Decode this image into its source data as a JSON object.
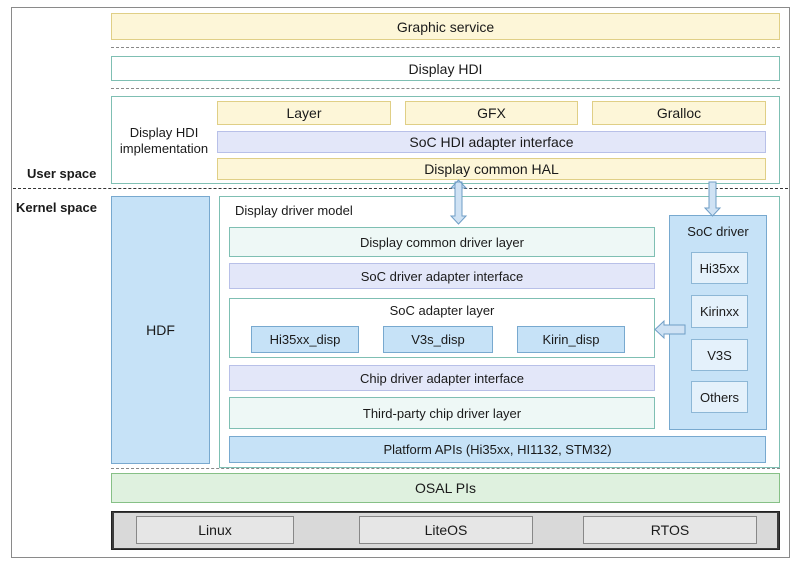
{
  "graphic_service": "Graphic service",
  "display_hdi": "Display HDI",
  "hdi_impl": {
    "label_line1": "Display HDI",
    "label_line2": "implementation",
    "layer": "Layer",
    "gfx": "GFX",
    "gralloc": "Gralloc",
    "soc_hdi_adapter": "SoC HDI adapter interface",
    "common_hal": "Display common HAL"
  },
  "user_space": "User space",
  "kernel_space": "Kernel space",
  "hdf": "HDF",
  "driver_model": {
    "title": "Display driver model",
    "common_driver_layer": "Display common driver layer",
    "soc_driver_adapter": "SoC driver adapter interface",
    "soc_adapter_layer": "SoC adapter layer",
    "disp_items": [
      "Hi35xx_disp",
      "V3s_disp",
      "Kirin_disp"
    ],
    "chip_driver_adapter": "Chip driver adapter interface",
    "third_party_layer": "Third-party chip driver layer",
    "platform_apis": "Platform APIs (Hi35xx, HI1132, STM32)"
  },
  "soc_driver": {
    "title": "SoC driver",
    "items": [
      "Hi35xx",
      "Kirinxx",
      "V3S",
      "Others"
    ]
  },
  "osal": "OSAL PIs",
  "os_items": [
    "Linux",
    "LiteOS",
    "RTOS"
  ]
}
